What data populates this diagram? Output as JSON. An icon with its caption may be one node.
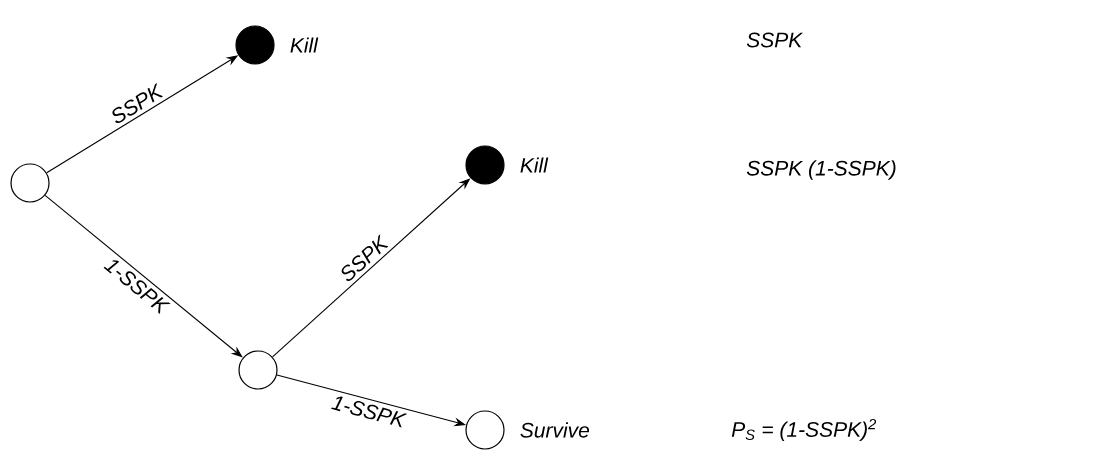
{
  "diagram": {
    "nodes": [
      {
        "text": [],
        "shape": "circle"
      },
      {
        "text": [],
        "shape": "circle",
        "beside": [
          "Kill"
        ]
      },
      {
        "text": [],
        "shape": "circle"
      },
      {
        "text": [],
        "shape": "circle",
        "beside": [
          "Kill"
        ]
      },
      {
        "text": [],
        "shape": "circle",
        "beside": [
          "Survive"
        ]
      }
    ],
    "edges": [
      {
        "from": 0,
        "to": 1,
        "arrow": "to",
        "label": "SSPK"
      },
      {
        "from": 0,
        "to": 2,
        "arrow": "to",
        "label": "1-SSPK"
      },
      {
        "from": 2,
        "to": 3,
        "arrow": "to",
        "label": "SSPK"
      },
      {
        "from": 2,
        "to": 4,
        "arrow": "to",
        "label": "1-SSPK"
      }
    ],
    "labels": [
      "SSPK",
      "SSPK (1-SSPK)",
      "P$_{S}$ = (1-SSPK)$^{2}$"
    ]
  }
}
